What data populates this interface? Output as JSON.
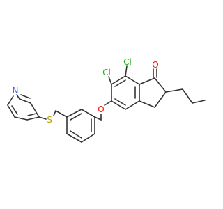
{
  "molecule": {
    "atom_labels": {
      "cl_upper": "Cl",
      "cl_lower": "Cl",
      "ketone_oxygen": "O",
      "ether_oxygen": "O",
      "sulfur": "S",
      "pyridine_nitrogen": "N"
    }
  },
  "colors": {
    "bond": "#333333",
    "chlorine": "#1fb51f",
    "oxygen": "#ff0d0d",
    "sulfur": "#b3a300",
    "nitrogen": "#3050f8",
    "background": "#ffffff"
  }
}
